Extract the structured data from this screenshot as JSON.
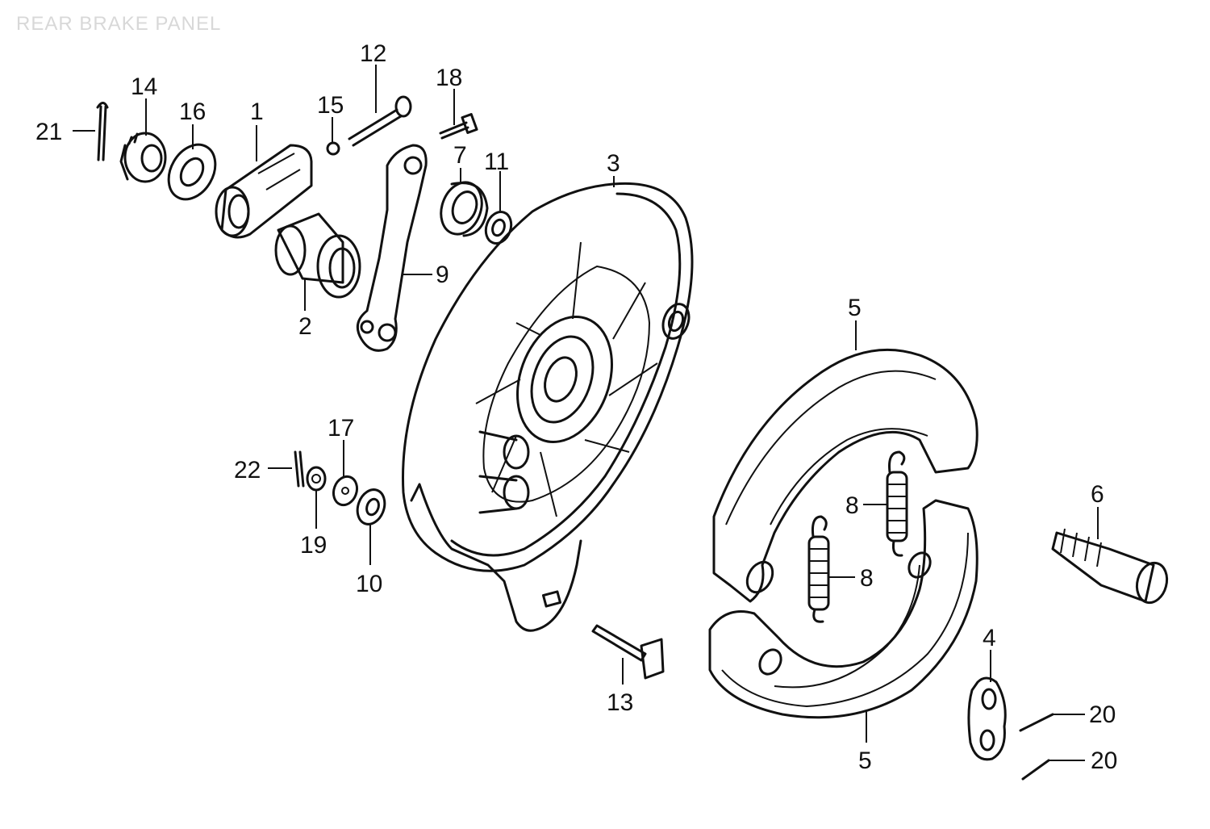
{
  "title": "REAR BRAKE PANEL",
  "callouts": {
    "c1": "1",
    "c2": "2",
    "c3": "3",
    "c4": "4",
    "c5a": "5",
    "c5b": "5",
    "c6": "6",
    "c7": "7",
    "c8a": "8",
    "c8b": "8",
    "c9": "9",
    "c10": "10",
    "c11": "11",
    "c12": "12",
    "c13": "13",
    "c14": "14",
    "c15": "15",
    "c16": "16",
    "c17": "17",
    "c18": "18",
    "c19": "19",
    "c20a": "20",
    "c20b": "20",
    "c21": "21",
    "c22": "22"
  }
}
